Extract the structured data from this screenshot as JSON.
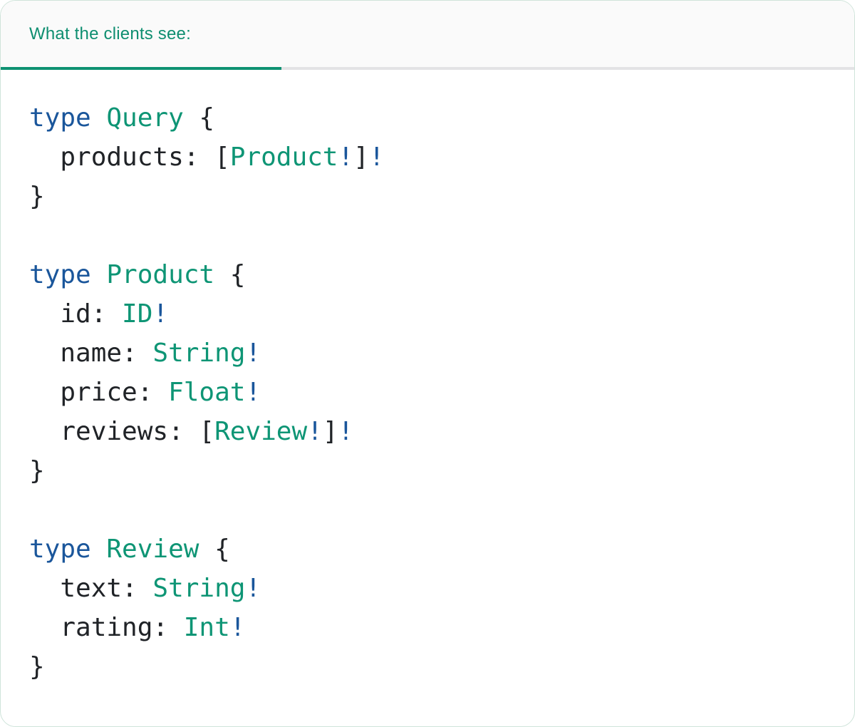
{
  "tab": {
    "label": "What the clients see:"
  },
  "colors": {
    "card_bg": "#ffffff",
    "card_border": "#cfe4da",
    "tabbar_bg": "#fafafa",
    "tab_text": "#0e8e70",
    "tab_underline": "#0e9172",
    "inactive_underline": "#e3e3e5",
    "keyword": "#1a569b",
    "type": "#0e9575",
    "bang": "#1a569b",
    "plain": "#202327"
  },
  "code": {
    "language": "graphql",
    "lines": [
      [
        {
          "t": "type ",
          "k": "keyword"
        },
        {
          "t": "Query",
          "k": "type"
        },
        {
          "t": " {",
          "k": "plain"
        }
      ],
      [
        {
          "t": "  products: [",
          "k": "plain"
        },
        {
          "t": "Product",
          "k": "type"
        },
        {
          "t": "!",
          "k": "bang"
        },
        {
          "t": "]",
          "k": "plain"
        },
        {
          "t": "!",
          "k": "bang"
        }
      ],
      [
        {
          "t": "}",
          "k": "plain"
        }
      ],
      [],
      [
        {
          "t": "type ",
          "k": "keyword"
        },
        {
          "t": "Product",
          "k": "type"
        },
        {
          "t": " {",
          "k": "plain"
        }
      ],
      [
        {
          "t": "  id: ",
          "k": "plain"
        },
        {
          "t": "ID",
          "k": "type"
        },
        {
          "t": "!",
          "k": "bang"
        }
      ],
      [
        {
          "t": "  name: ",
          "k": "plain"
        },
        {
          "t": "String",
          "k": "type"
        },
        {
          "t": "!",
          "k": "bang"
        }
      ],
      [
        {
          "t": "  price: ",
          "k": "plain"
        },
        {
          "t": "Float",
          "k": "type"
        },
        {
          "t": "!",
          "k": "bang"
        }
      ],
      [
        {
          "t": "  reviews: [",
          "k": "plain"
        },
        {
          "t": "Review",
          "k": "type"
        },
        {
          "t": "!",
          "k": "bang"
        },
        {
          "t": "]",
          "k": "plain"
        },
        {
          "t": "!",
          "k": "bang"
        }
      ],
      [
        {
          "t": "}",
          "k": "plain"
        }
      ],
      [],
      [
        {
          "t": "type ",
          "k": "keyword"
        },
        {
          "t": "Review",
          "k": "type"
        },
        {
          "t": " {",
          "k": "plain"
        }
      ],
      [
        {
          "t": "  text: ",
          "k": "plain"
        },
        {
          "t": "String",
          "k": "type"
        },
        {
          "t": "!",
          "k": "bang"
        }
      ],
      [
        {
          "t": "  rating: ",
          "k": "plain"
        },
        {
          "t": "Int",
          "k": "type"
        },
        {
          "t": "!",
          "k": "bang"
        }
      ],
      [
        {
          "t": "}",
          "k": "plain"
        }
      ]
    ]
  }
}
